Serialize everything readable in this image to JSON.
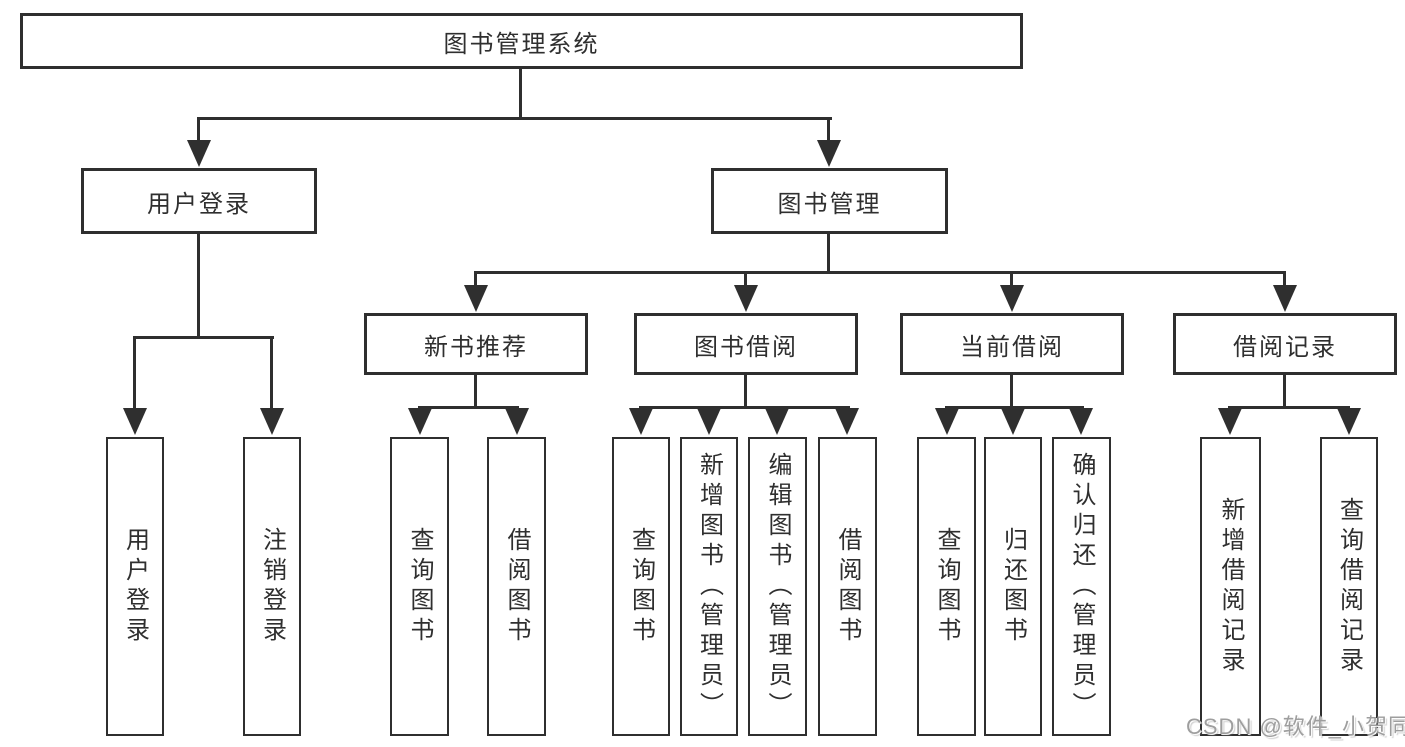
{
  "colors": {
    "line": "#2f2f2f",
    "box_border": "#2f2f2f",
    "text": "#2f2f2f",
    "background": "#ffffff",
    "watermark": "#9e9e9e"
  },
  "tree": {
    "root": {
      "label": "图书管理系统"
    },
    "branches": [
      {
        "label": "用户登录",
        "leaves": [
          "用户登录",
          "注销登录"
        ]
      },
      {
        "label": "图书管理",
        "groups": [
          {
            "label": "新书推荐",
            "leaves": [
              "查询图书",
              "借阅图书"
            ]
          },
          {
            "label": "图书借阅",
            "leaves": [
              "查询图书",
              "新增图书（管理员）",
              "编辑图书（管理员）",
              "借阅图书"
            ]
          },
          {
            "label": "当前借阅",
            "leaves": [
              "查询图书",
              "归还图书",
              "确认归还（管理员）"
            ]
          },
          {
            "label": "借阅记录",
            "leaves": [
              "新增借阅记录",
              "查询借阅记录"
            ]
          }
        ]
      }
    ]
  },
  "watermark": {
    "text": "CSDN @软件_小贺同学"
  }
}
